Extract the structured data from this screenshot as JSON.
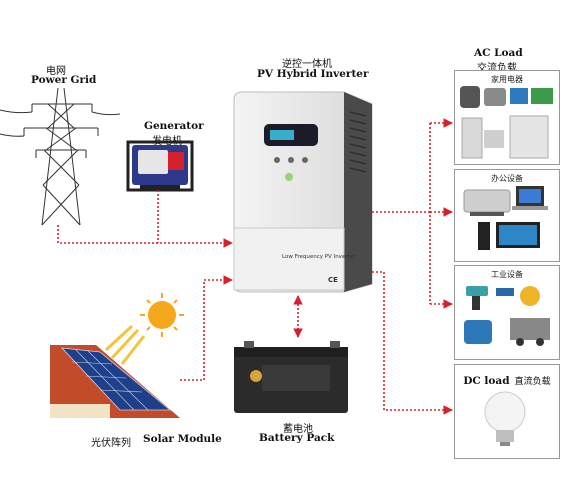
{
  "power_grid": {
    "label_cn": "电网",
    "label_en": "Power Grid"
  },
  "generator": {
    "label_en": "Generator",
    "label_cn": "发电机"
  },
  "inverter": {
    "label_cn": "逆控一体机",
    "label_en": "PV Hybrid Inverter",
    "panel_text": "Low Frequency PV Inverter",
    "ce_mark": "CE"
  },
  "ac_load": {
    "label_en": "AC Load",
    "label_cn": "交流负载",
    "groups": [
      {
        "title": "家用电器"
      },
      {
        "title": "办公设备"
      },
      {
        "title": "工业设备"
      }
    ]
  },
  "dc_load": {
    "label_en": "DC load",
    "label_cn": "直流负载"
  },
  "solar": {
    "label_cn": "光伏阵列",
    "label_en": "Solar Module"
  },
  "battery": {
    "label_cn": "蓄电池",
    "label_en": "Battery Pack"
  },
  "colors": {
    "connector": "#d6202b",
    "box_border": "#9a9a9a"
  }
}
